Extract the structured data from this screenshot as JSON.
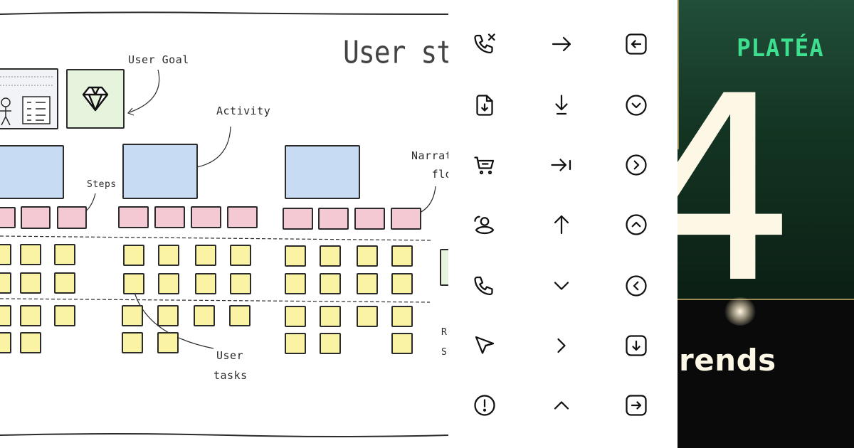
{
  "story_map": {
    "title": "User story m",
    "labels": {
      "user_goal": "User Goal",
      "activity": "Activity",
      "steps": "Steps",
      "narrative_line1": "Narrat",
      "narrative_line2": "flo",
      "user_tasks_line1": "User",
      "user_tasks_line2": "tasks",
      "right_edge_1": "R",
      "right_edge_2": "S"
    }
  },
  "icons": {
    "columns": [
      [
        "phone-missed-icon",
        "file-download-icon",
        "shopping-cart-icon",
        "user-circle-icon",
        "phone-icon",
        "send-icon",
        "alert-circle-icon"
      ],
      [
        "arrow-right-icon",
        "arrow-down-to-line-icon",
        "arrow-right-to-line-icon",
        "arrow-up-icon",
        "chevron-down-icon",
        "chevron-right-icon",
        "chevron-up-icon"
      ],
      [
        "square-arrow-left-icon",
        "circle-chevron-down-icon",
        "circle-chevron-right-icon",
        "circle-chevron-up-icon",
        "circle-chevron-left-icon",
        "square-arrow-down-icon",
        "square-arrow-right-icon"
      ]
    ]
  },
  "promo": {
    "logo": "PLATÉA",
    "big_number": "4",
    "headline_fragment": "rends",
    "colors": {
      "accent": "#3ee08f",
      "top_bg": "#1a4530",
      "cream": "#fdf7e6",
      "gold_line": "#9c8a53"
    }
  }
}
